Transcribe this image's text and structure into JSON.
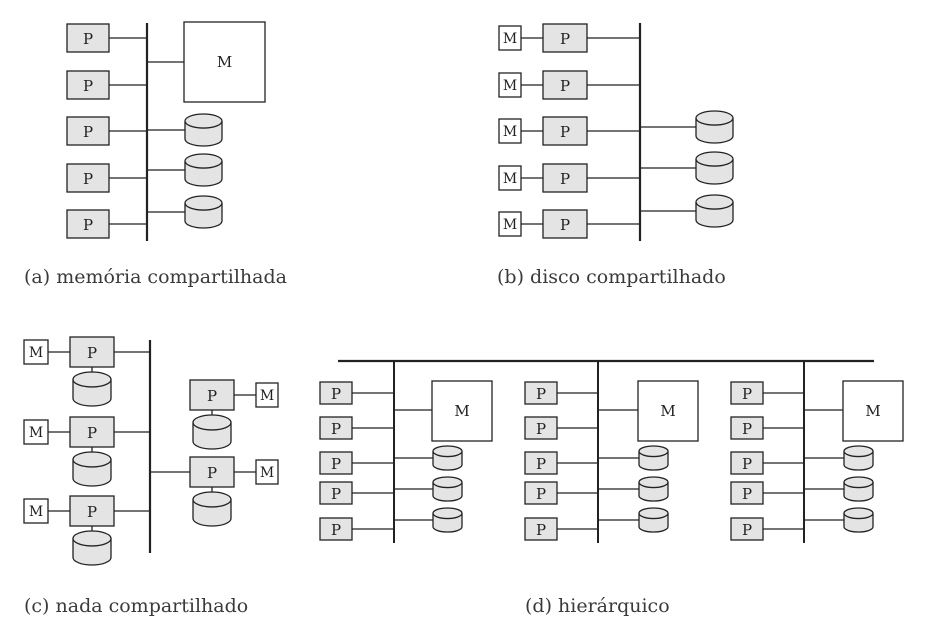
{
  "labels": {
    "processor": "P",
    "memory": "M"
  },
  "captions": {
    "a": "(a) memória compartilhada",
    "b": "(b) disco compartilhado",
    "c": "(c) nada compartilhado",
    "d": "(d) hierárquico"
  },
  "colors": {
    "processor_fill": "#e4e4e4",
    "line": "#222222",
    "memory_fill": "#ffffff"
  }
}
